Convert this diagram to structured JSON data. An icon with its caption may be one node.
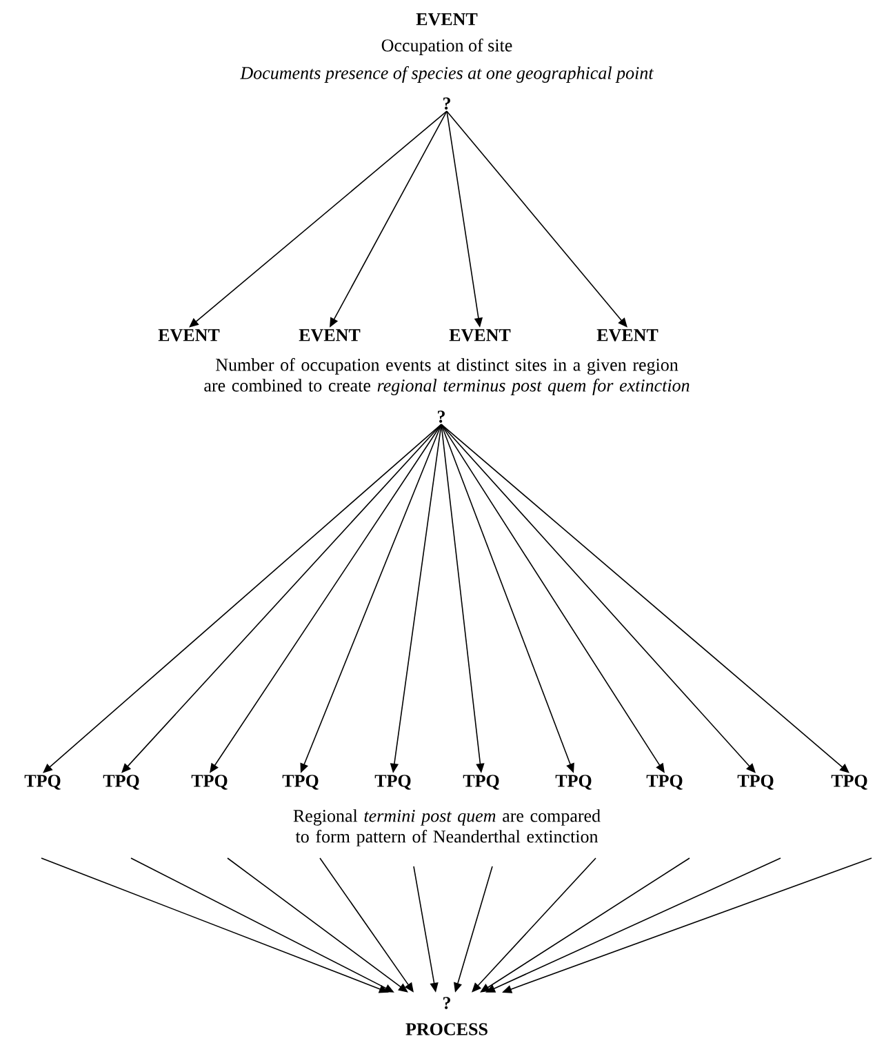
{
  "diagram": {
    "nodes": [
      {
        "text": [
          "?"
        ]
      },
      {
        "text": [
          "EVENT"
        ]
      },
      {
        "text": [
          "EVENT"
        ]
      },
      {
        "text": [
          "EVENT"
        ]
      },
      {
        "text": [
          "EVENT"
        ]
      },
      {
        "text": [
          "?"
        ]
      },
      {
        "text": [
          "TPQ"
        ]
      },
      {
        "text": [
          "TPQ"
        ]
      },
      {
        "text": [
          "TPQ"
        ]
      },
      {
        "text": [
          "TPQ"
        ]
      },
      {
        "text": [
          "TPQ"
        ]
      },
      {
        "text": [
          "TPQ"
        ]
      },
      {
        "text": [
          "TPQ"
        ]
      },
      {
        "text": [
          "TPQ"
        ]
      },
      {
        "text": [
          "TPQ"
        ]
      },
      {
        "text": [
          "TPQ"
        ]
      },
      {
        "text": [
          "?"
        ]
      }
    ],
    "edges": [
      {
        "from": 0,
        "to": 1,
        "arrow": "to"
      },
      {
        "from": 0,
        "to": 2,
        "arrow": "to"
      },
      {
        "from": 0,
        "to": 3,
        "arrow": "to"
      },
      {
        "from": 0,
        "to": 4,
        "arrow": "to"
      },
      {
        "from": 5,
        "to": 6,
        "arrow": "to"
      },
      {
        "from": 5,
        "to": 7,
        "arrow": "to"
      },
      {
        "from": 5,
        "to": 8,
        "arrow": "to"
      },
      {
        "from": 5,
        "to": 9,
        "arrow": "to"
      },
      {
        "from": 5,
        "to": 10,
        "arrow": "to"
      },
      {
        "from": 5,
        "to": 11,
        "arrow": "to"
      },
      {
        "from": 5,
        "to": 12,
        "arrow": "to"
      },
      {
        "from": 5,
        "to": 13,
        "arrow": "to"
      },
      {
        "from": 5,
        "to": 14,
        "arrow": "to"
      },
      {
        "from": 5,
        "to": 15,
        "arrow": "to"
      },
      {
        "from": null,
        "to": 16,
        "arrow": "to"
      },
      {
        "from": null,
        "to": 16,
        "arrow": "to"
      },
      {
        "from": null,
        "to": 16,
        "arrow": "to"
      },
      {
        "from": null,
        "to": 16,
        "arrow": "to"
      },
      {
        "from": null,
        "to": 16,
        "arrow": "to"
      },
      {
        "from": null,
        "to": 16,
        "arrow": "to"
      },
      {
        "from": null,
        "to": 16,
        "arrow": "to"
      },
      {
        "from": null,
        "to": 16,
        "arrow": "to"
      },
      {
        "from": null,
        "to": 16,
        "arrow": "to"
      },
      {
        "from": null,
        "to": 16,
        "arrow": "to"
      }
    ],
    "labels": [
      "EVENT",
      "Occupation of site",
      "Documents presence of species at one geographical point",
      "Number of occupation events at distinct sites in a given region are combined to create *regional terminus post quem for extinction*",
      "Regional *termini post quem* are compared to form pattern of Neanderthal extinction",
      "PROCESS"
    ]
  }
}
